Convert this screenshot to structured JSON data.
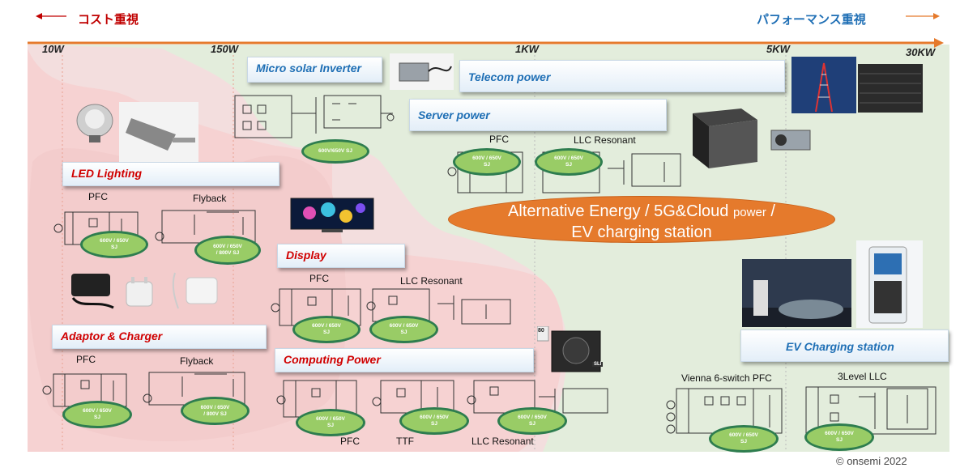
{
  "header": {
    "cost_focus": "コスト重視",
    "performance_focus": "パフォーマンス重視"
  },
  "axis": {
    "ticks": [
      "10W",
      "150W",
      "1KW",
      "5KW",
      "30KW"
    ]
  },
  "applications": {
    "led_lighting": "LED Lighting",
    "adaptor_charger": "Adaptor & Charger",
    "display": "Display",
    "computing_power": "Computing Power",
    "micro_solar_inverter": "Micro solar Inverter",
    "telecom_power": "Telecom power",
    "server_power": "Server power",
    "ev_charging_station": "EV Charging station"
  },
  "circuit_labels": {
    "led_pfc": "PFC",
    "led_flyback": "Flyback",
    "adaptor_pfc": "PFC",
    "adaptor_flyback": "Flyback",
    "display_pfc": "PFC",
    "display_llc": "LLC Resonant",
    "server_pfc": "PFC",
    "server_llc": "LLC Resonant",
    "computing_pfc": "PFC",
    "computing_ttf": "TTF",
    "computing_llc": "LLC Resonant",
    "ev_vienna": "Vienna 6-switch PFC",
    "ev_3level": "3Level LLC"
  },
  "badges": {
    "solar": [
      "600V/650V SJ"
    ],
    "led_pfc": [
      "600V / 650V",
      "SJ"
    ],
    "led_flyback": [
      "600V / 650V",
      "/ 800V SJ"
    ],
    "adaptor_pfc": [
      "600V / 650V",
      "SJ"
    ],
    "adaptor_flyback": [
      "600V / 650V",
      "/ 800V SJ"
    ],
    "display_pfc": [
      "600V / 650V",
      "SJ"
    ],
    "display_llc": [
      "600V / 650V",
      "SJ"
    ],
    "server_pfc": [
      "600V / 650V",
      "SJ"
    ],
    "server_llc": [
      "600V / 650V",
      "SJ"
    ],
    "computing_pfc": [
      "600V / 650V",
      "SJ"
    ],
    "computing_ttf": [
      "600V / 650V",
      "SJ"
    ],
    "computing_llc": [
      "600V / 650V",
      "SJ"
    ],
    "ev_vienna": [
      "600V / 650V",
      "SJ"
    ],
    "ev_3level": [
      "600V / 650V",
      "SJ"
    ]
  },
  "trend": {
    "line1": "Alternative Energy / 5G&Cloud",
    "line1_small": "power",
    "line1_end": "/",
    "line2": "EV charging station"
  },
  "psu_badge": "80",
  "psu_sli": "SLI",
  "copyright": "© onsemi 2022",
  "colors": {
    "cost": "#c00000",
    "performance": "#1f6fb5",
    "arrow": "#e57a2c",
    "pink_region": "#f6d6d6",
    "green_region": "#e3eddc",
    "badge_fill": "#99cc66",
    "badge_border": "#2e7d4f"
  }
}
